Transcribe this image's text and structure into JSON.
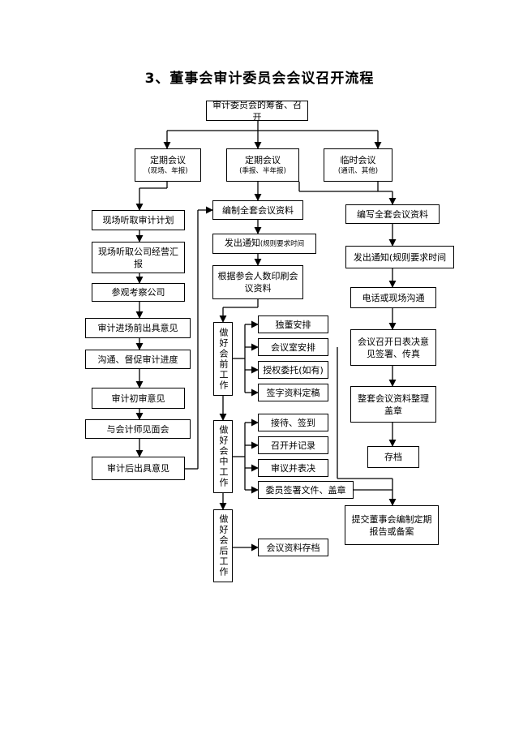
{
  "title": "3、董事会审计委员会会议召开流程",
  "top": "审计委员会的筹备、召开",
  "categories": [
    {
      "name": "定期会议",
      "note": "(现场、年报)"
    },
    {
      "name": "定期会议",
      "note": "(季报、半年报)"
    },
    {
      "name": "临时会议",
      "note": "(通讯、其他)"
    }
  ],
  "left_steps": [
    "现场听取审计计划",
    "现场听取公司经营汇报",
    "参观考察公司",
    "审计进场前出具意见",
    "沟通、督促审计进度",
    "审计初审意见",
    "与会计师见面会",
    "审计后出具意见"
  ],
  "mid": {
    "compile": "编制全套会议资料",
    "notice": "发出通知",
    "notice_note": "(规则要求时间",
    "print": "根据参会人数印刷会议资料",
    "pre_label": "做好会前工作",
    "pre_items": [
      "独董安排",
      "会议室安排",
      "授权委托(如有)",
      "签字资料定稿"
    ],
    "during_label": "做好会中工作",
    "during_items": [
      "接待、签到",
      "召开并记录",
      "审议并表决",
      "委员签署文件、盖章"
    ],
    "post_label": "做好会后工作",
    "post_items": [
      "会议资料存档"
    ]
  },
  "right_steps": [
    "编写全套会议资料",
    "发出通知(规则要求时间",
    "电话或现场沟通",
    "会议召开日表决意见签署、传真",
    "整套会议资料整理盖章",
    "存档"
  ],
  "final": "提交董事会编制定期报告或备案"
}
